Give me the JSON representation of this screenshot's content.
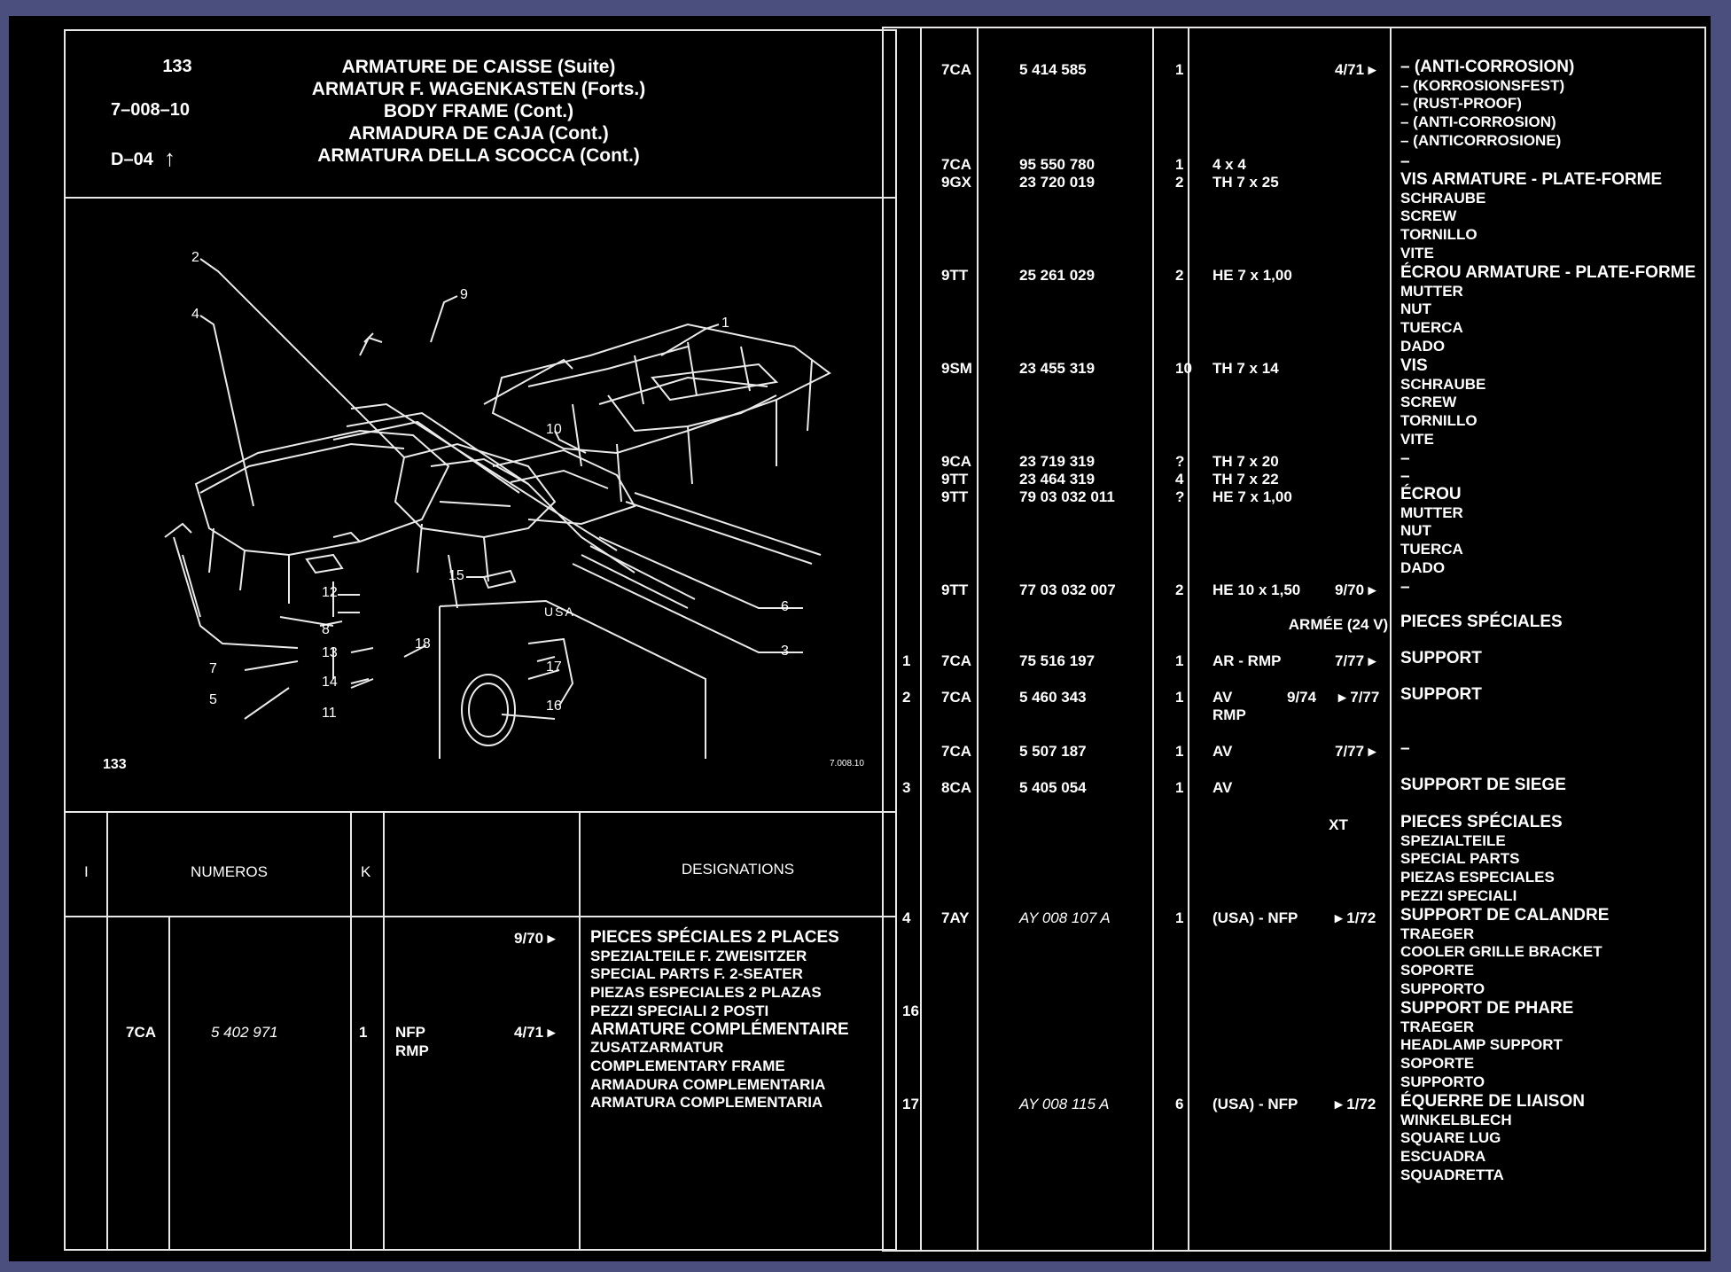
{
  "header": {
    "plate_number": "133",
    "section_code": "7–008–10",
    "reference": "D–04",
    "arrow": "↑",
    "titles": [
      "ARMATURE DE CAISSE (Suite)",
      "ARMATUR F. WAGENKASTEN (Forts.)",
      "BODY FRAME (Cont.)",
      "ARMADURA DE CAJA (Cont.)",
      "ARMATURA DELLA SCOCCA (Cont.)"
    ]
  },
  "diagram": {
    "plate_label": "133",
    "drawing_ref": "7.008.10",
    "usa_label": "USA",
    "callouts": [
      "1",
      "2",
      "3",
      "4",
      "5",
      "6",
      "7",
      "8",
      "9",
      "10",
      "11",
      "12",
      "13",
      "14",
      "15",
      "16",
      "17",
      "18"
    ]
  },
  "table_header": {
    "col_i": "I",
    "col_numeros": "NUMEROS",
    "col_k": "K",
    "col_designations": "DESIGNATIONS"
  },
  "left_entry": {
    "code": "7CA",
    "part": "5 402 971",
    "qty": "1",
    "notes": [
      "NFP",
      "RMP"
    ],
    "date1": "9/70 ▸",
    "date2": "4/71 ▸",
    "designations": [
      "PIECES SPÉCIALES 2 PLACES",
      "SPEZIALTEILE F. ZWEISITZER",
      "SPECIAL PARTS F. 2-SEATER",
      "PIEZAS ESPECIALES 2 PLAZAS",
      "PEZZI SPECIALI 2 POSTI",
      "ARMATURE COMPLÉMENTAIRE",
      "ZUSATZARMATUR",
      "COMPLEMENTARY FRAME",
      "ARMADURA COMPLEMENTARIA",
      "ARMATURA COMPLEMENTARIA"
    ]
  },
  "rows": [
    {
      "ref": "",
      "code": "7CA",
      "part": "5 414 585",
      "qty": "1",
      "note": "",
      "date": "4/71 ▸",
      "designations": [
        "– (ANTI-CORROSION)",
        "– (KORROSIONSFEST)",
        "– (RUST-PROOF)",
        "– (ANTI-CORROSION)",
        "– (ANTICORROSIONE)"
      ]
    },
    {
      "ref": "",
      "code": "7CA",
      "part": "95 550 780",
      "qty": "1",
      "note": "4 x 4",
      "date": "",
      "designations": [
        "–"
      ]
    },
    {
      "ref": "",
      "code": "9GX",
      "part": "23 720 019",
      "qty": "2",
      "note": "TH 7 x 25",
      "date": "",
      "designations": [
        "VIS ARMATURE - PLATE-FORME",
        "SCHRAUBE",
        "SCREW",
        "TORNILLO",
        "VITE"
      ]
    },
    {
      "ref": "",
      "code": "9TT",
      "part": "25 261 029",
      "qty": "2",
      "note": "HE 7 x 1,00",
      "date": "",
      "designations": [
        "ÉCROU ARMATURE - PLATE-FORME",
        "MUTTER",
        "NUT",
        "TUERCA",
        "DADO"
      ]
    },
    {
      "ref": "",
      "code": "9SM",
      "part": "23 455 319",
      "qty": "10",
      "note": "TH 7 x 14",
      "date": "",
      "designations": [
        "VIS",
        "SCHRAUBE",
        "SCREW",
        "TORNILLO",
        "VITE"
      ]
    },
    {
      "ref": "",
      "code": "9CA",
      "part": "23 719 319",
      "qty": "?",
      "note": "TH 7 x 20",
      "date": "",
      "designations": [
        "–"
      ]
    },
    {
      "ref": "",
      "code": "9TT",
      "part": "23 464 319",
      "qty": "4",
      "note": "TH 7 x 22",
      "date": "",
      "designations": [
        "–"
      ]
    },
    {
      "ref": "",
      "code": "9TT",
      "part": "79 03 032 011",
      "qty": "?",
      "note": "HE 7 x 1,00",
      "date": "",
      "designations": [
        "ÉCROU",
        "MUTTER",
        "NUT",
        "TUERCA",
        "DADO"
      ]
    },
    {
      "ref": "",
      "code": "9TT",
      "part": "77 03 032 007",
      "qty": "2",
      "note": "HE 10 x 1,50",
      "date": "9/70 ▸",
      "designations": [
        "–"
      ]
    },
    {
      "ref": "",
      "code": "",
      "part": "",
      "qty": "",
      "note": "ARMÉE (24 V)",
      "date": "",
      "designations": [
        "PIECES SPÉCIALES"
      ]
    },
    {
      "ref": "1",
      "code": "7CA",
      "part": "75 516 197",
      "qty": "1",
      "note": "AR - RMP",
      "date": "7/77 ▸",
      "designations": [
        "SUPPORT"
      ]
    },
    {
      "ref": "2",
      "code": "7CA",
      "part": "5 460 343",
      "qty": "1",
      "note": "AV",
      "note2": "RMP",
      "date": "9/74",
      "date2": "▸ 7/77",
      "designations": [
        "SUPPORT"
      ]
    },
    {
      "ref": "",
      "code": "7CA",
      "part": "5 507 187",
      "qty": "1",
      "note": "AV",
      "date": "7/77 ▸",
      "designations": [
        "–"
      ]
    },
    {
      "ref": "3",
      "code": "8CA",
      "part": "5 405 054",
      "qty": "1",
      "note": "AV",
      "date": "",
      "designations": [
        "SUPPORT DE SIEGE"
      ]
    },
    {
      "ref": "",
      "code": "",
      "part": "",
      "qty": "",
      "note": "XT",
      "date": "",
      "designations": [
        "PIECES SPÉCIALES",
        "SPEZIALTEILE",
        "SPECIAL PARTS",
        "PIEZAS ESPECIALES",
        "PEZZI SPECIALI"
      ]
    },
    {
      "ref": "4",
      "code": "7AY",
      "part": "AY 008 107 A",
      "qty": "1",
      "note": "(USA) - NFP",
      "date": "▸ 1/72",
      "designations": [
        "SUPPORT DE CALANDRE",
        "TRAEGER",
        "COOLER GRILLE BRACKET",
        "SOPORTE",
        "SUPPORTO"
      ]
    },
    {
      "ref": "16",
      "code": "",
      "part": "",
      "qty": "",
      "note": "",
      "date": "",
      "designations": [
        "SUPPORT DE PHARE",
        "TRAEGER",
        "HEADLAMP SUPPORT",
        "SOPORTE",
        "SUPPORTO"
      ]
    },
    {
      "ref": "17",
      "code": "",
      "part": "AY 008 115 A",
      "qty": "6",
      "note": "(USA) - NFP",
      "date": "▸ 1/72",
      "designations": [
        "ÉQUERRE DE LIAISON",
        "WINKELBLECH",
        "SQUARE LUG",
        "ESCUADRA",
        "SQUADRETTA"
      ]
    }
  ]
}
